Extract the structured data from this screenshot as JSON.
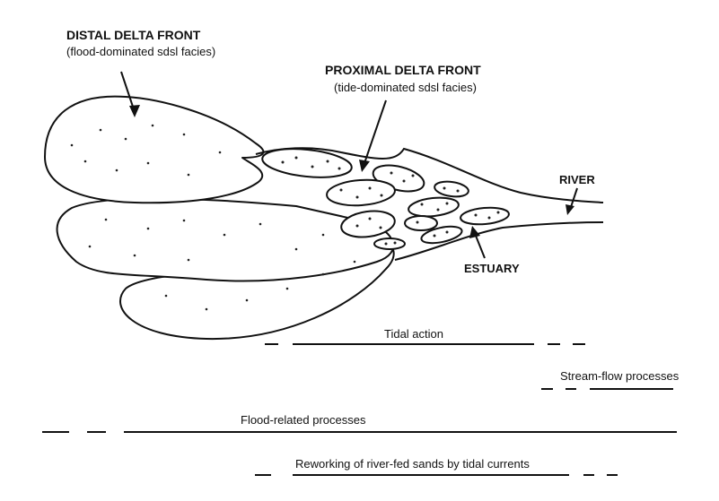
{
  "labels": {
    "distal_title": "DISTAL DELTA FRONT",
    "distal_sub": "(flood-dominated sdsl facies)",
    "proximal_title": "PROXIMAL DELTA FRONT",
    "proximal_sub": "(tide-dominated sdsl facies)",
    "river": "RIVER",
    "estuary": "ESTUARY"
  },
  "processes": {
    "tidal_action": "Tidal action",
    "stream_flow": "Stream-flow processes",
    "flood_related": "Flood-related processes",
    "reworking": "Reworking of river-fed sands by tidal currents"
  },
  "colors": {
    "ink": "#111111",
    "background": "#ffffff"
  }
}
